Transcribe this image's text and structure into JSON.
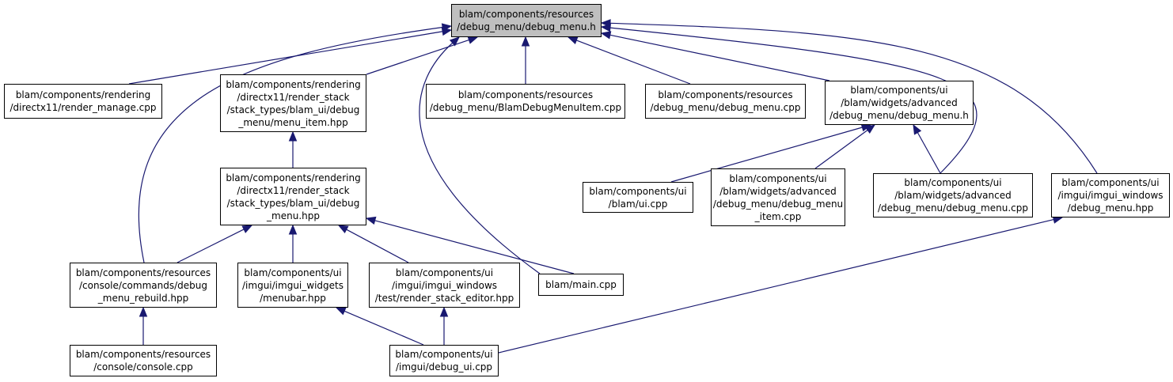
{
  "graph": {
    "colors": {
      "edge": "#191970",
      "root_fill": "#bfbfbf",
      "node_fill": "#ffffff",
      "border": "#000000"
    },
    "nodes": [
      {
        "id": "root",
        "lines": [
          "blam/components/resources",
          "/debug_menu/debug_menu.h"
        ]
      },
      {
        "id": "render_manage",
        "lines": [
          "blam/components/rendering",
          "/directx11/render_manage.cpp"
        ]
      },
      {
        "id": "menu_item_hpp",
        "lines": [
          "blam/components/rendering",
          "/directx11/render_stack",
          "/stack_types/blam_ui/debug",
          "_menu/menu_item.hpp"
        ]
      },
      {
        "id": "blam_debug_menu_item",
        "lines": [
          "blam/components/resources",
          "/debug_menu/BlamDebugMenuItem.cpp"
        ]
      },
      {
        "id": "debug_menu_cpp",
        "lines": [
          "blam/components/resources",
          "/debug_menu/debug_menu.cpp"
        ]
      },
      {
        "id": "ui_debug_menu_h",
        "lines": [
          "blam/components/ui",
          "/blam/widgets/advanced",
          "/debug_menu/debug_menu.h"
        ]
      },
      {
        "id": "debug_menu_hpp",
        "lines": [
          "blam/components/rendering",
          "/directx11/render_stack",
          "/stack_types/blam_ui/debug",
          "_menu.hpp"
        ]
      },
      {
        "id": "ui_cpp",
        "lines": [
          "blam/components/ui",
          "/blam/ui.cpp"
        ]
      },
      {
        "id": "debug_menu_item_cpp",
        "lines": [
          "blam/components/ui",
          "/blam/widgets/advanced",
          "/debug_menu/debug_menu",
          "_item.cpp"
        ]
      },
      {
        "id": "ui_debug_menu_cpp",
        "lines": [
          "blam/components/ui",
          "/blam/widgets/advanced",
          "/debug_menu/debug_menu.cpp"
        ]
      },
      {
        "id": "imgui_debug_menu_hpp",
        "lines": [
          "blam/components/ui",
          "/imgui/imgui_windows",
          "/debug_menu.hpp"
        ]
      },
      {
        "id": "debug_menu_rebuild",
        "lines": [
          "blam/components/resources",
          "/console/commands/debug",
          "_menu_rebuild.hpp"
        ]
      },
      {
        "id": "menubar_hpp",
        "lines": [
          "blam/components/ui",
          "/imgui/imgui_widgets",
          "/menubar.hpp"
        ]
      },
      {
        "id": "render_stack_editor",
        "lines": [
          "blam/components/ui",
          "/imgui/imgui_windows",
          "/test/render_stack_editor.hpp"
        ]
      },
      {
        "id": "main_cpp",
        "lines": [
          "blam/main.cpp"
        ]
      },
      {
        "id": "console_cpp",
        "lines": [
          "blam/components/resources",
          "/console/console.cpp"
        ]
      },
      {
        "id": "debug_ui_cpp",
        "lines": [
          "blam/components/ui",
          "/imgui/debug_ui.cpp"
        ]
      }
    ],
    "edges": [
      {
        "from": "render_manage",
        "to": "root"
      },
      {
        "from": "menu_item_hpp",
        "to": "root"
      },
      {
        "from": "blam_debug_menu_item",
        "to": "root"
      },
      {
        "from": "debug_menu_cpp",
        "to": "root"
      },
      {
        "from": "ui_debug_menu_h",
        "to": "root"
      },
      {
        "from": "debug_menu_rebuild",
        "to": "root"
      },
      {
        "from": "main_cpp",
        "to": "root"
      },
      {
        "from": "ui_debug_menu_cpp",
        "to": "root"
      },
      {
        "from": "imgui_debug_menu_hpp",
        "to": "root"
      },
      {
        "from": "debug_menu_hpp",
        "to": "menu_item_hpp"
      },
      {
        "from": "ui_cpp",
        "to": "ui_debug_menu_h"
      },
      {
        "from": "debug_menu_item_cpp",
        "to": "ui_debug_menu_h"
      },
      {
        "from": "ui_debug_menu_cpp",
        "to": "ui_debug_menu_h"
      },
      {
        "from": "debug_menu_rebuild",
        "to": "debug_menu_hpp"
      },
      {
        "from": "menubar_hpp",
        "to": "debug_menu_hpp"
      },
      {
        "from": "render_stack_editor",
        "to": "debug_menu_hpp"
      },
      {
        "from": "main_cpp",
        "to": "debug_menu_hpp"
      },
      {
        "from": "console_cpp",
        "to": "debug_menu_rebuild"
      },
      {
        "from": "debug_ui_cpp",
        "to": "menubar_hpp"
      },
      {
        "from": "debug_ui_cpp",
        "to": "render_stack_editor"
      },
      {
        "from": "debug_ui_cpp",
        "to": "imgui_debug_menu_hpp"
      }
    ]
  }
}
